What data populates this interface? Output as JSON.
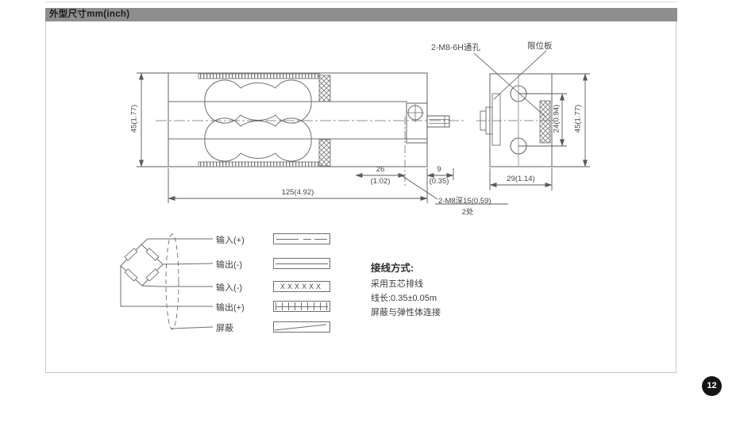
{
  "colors": {
    "header_bg": "#8e8e8e",
    "drawing_line": "#6e6e6e",
    "badge_bg": "#141414",
    "text": "#3f3f3f"
  },
  "header": {
    "title": "外型尺寸mm(inch)"
  },
  "side_view": {
    "dim_height": "45(1.77)",
    "dim_length": "125(4.92)",
    "dim_26": "26",
    "dim_26_inch": "(1.02)",
    "dim_9": "9",
    "dim_9_inch": "(0.35)",
    "tap_note": "2-M8深15(0.59)",
    "tap_note_qty": "2处"
  },
  "end_view": {
    "label_through_holes": "2-M8-6H通孔",
    "label_limit_plate": "限位板",
    "dim_hole_span": "24(0.94)",
    "dim_height": "45(1.77)",
    "dim_width": "29(1.14)"
  },
  "wiring": {
    "labels": [
      "输入(+)",
      "输出(-)",
      "输入(-)",
      "输出(+)",
      "屏蔽"
    ],
    "wire_marking": "XXXXXX",
    "note_title": "接线方式:",
    "note_lines": [
      "采用五芯排线",
      "线长:0.35±0.05m",
      "屏蔽与弹性体连接"
    ]
  },
  "footer": {
    "page_number": "12"
  }
}
